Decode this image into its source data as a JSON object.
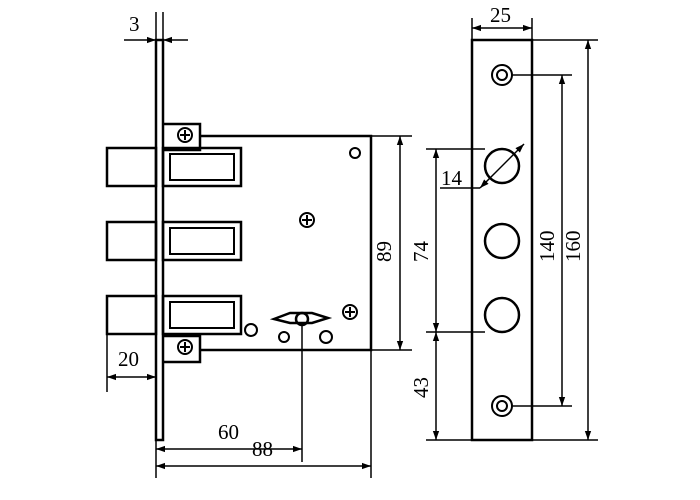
{
  "dimensions": {
    "faceplate_thickness": "3",
    "faceplate_width": "25",
    "bolt_projection": "20",
    "backset": "60",
    "overall_depth": "88",
    "case_height": "89",
    "bolt_span": "74",
    "hole_diameter": "14",
    "hole_spacing": "140",
    "faceplate_length": "160",
    "lower_offset": "43"
  },
  "colors": {
    "ink": "#000000",
    "background": "#ffffff"
  }
}
